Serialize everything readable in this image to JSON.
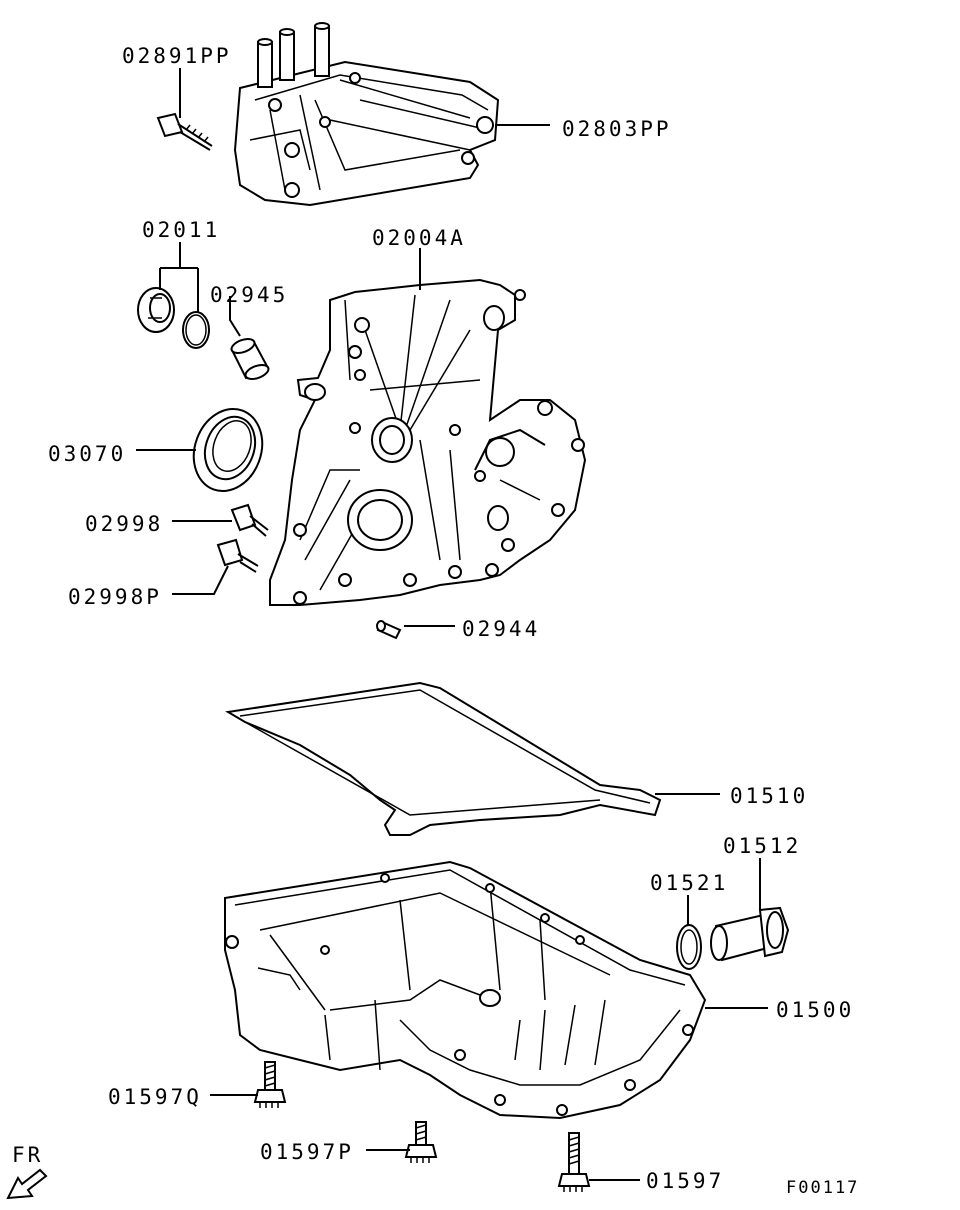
{
  "figure_code": "F00117",
  "direction_label": "FR",
  "callouts": [
    {
      "id": "02891PP",
      "label": "02891PP"
    },
    {
      "id": "02803PP",
      "label": "02803PP"
    },
    {
      "id": "02011",
      "label": "02011"
    },
    {
      "id": "02945",
      "label": "02945"
    },
    {
      "id": "02004A",
      "label": "02004A"
    },
    {
      "id": "03070",
      "label": "03070"
    },
    {
      "id": "02998",
      "label": "02998"
    },
    {
      "id": "02998P",
      "label": "02998P"
    },
    {
      "id": "02944",
      "label": "02944"
    },
    {
      "id": "01510",
      "label": "01510"
    },
    {
      "id": "01512",
      "label": "01512"
    },
    {
      "id": "01521",
      "label": "01521"
    },
    {
      "id": "01500",
      "label": "01500"
    },
    {
      "id": "01597Q",
      "label": "01597Q"
    },
    {
      "id": "01597P",
      "label": "01597P"
    },
    {
      "id": "01597",
      "label": "01597"
    }
  ]
}
